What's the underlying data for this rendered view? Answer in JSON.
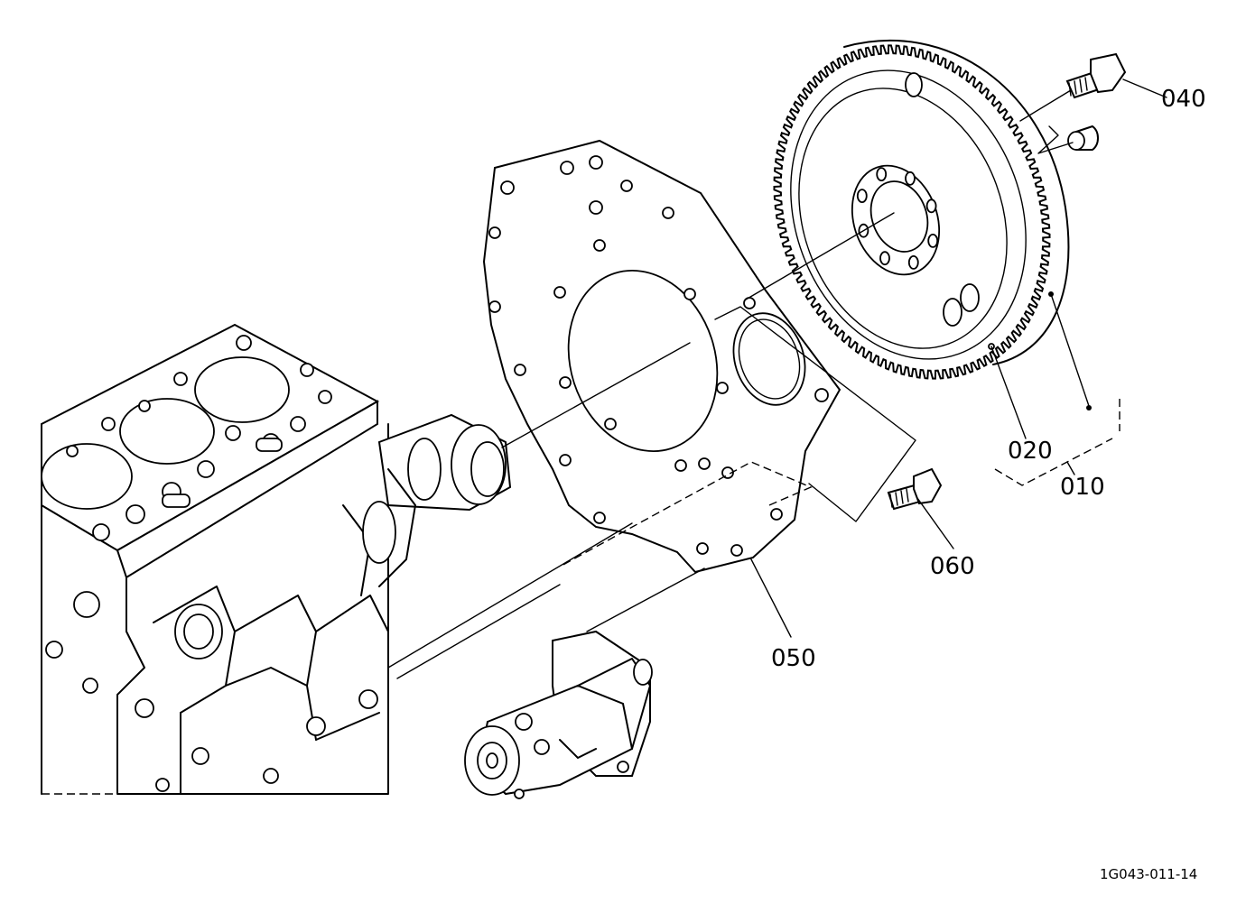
{
  "callouts": {
    "p040": "040",
    "p020": "020",
    "p010": "010",
    "p060": "060",
    "p050": "050"
  },
  "figure_code": "1G043-011-14"
}
